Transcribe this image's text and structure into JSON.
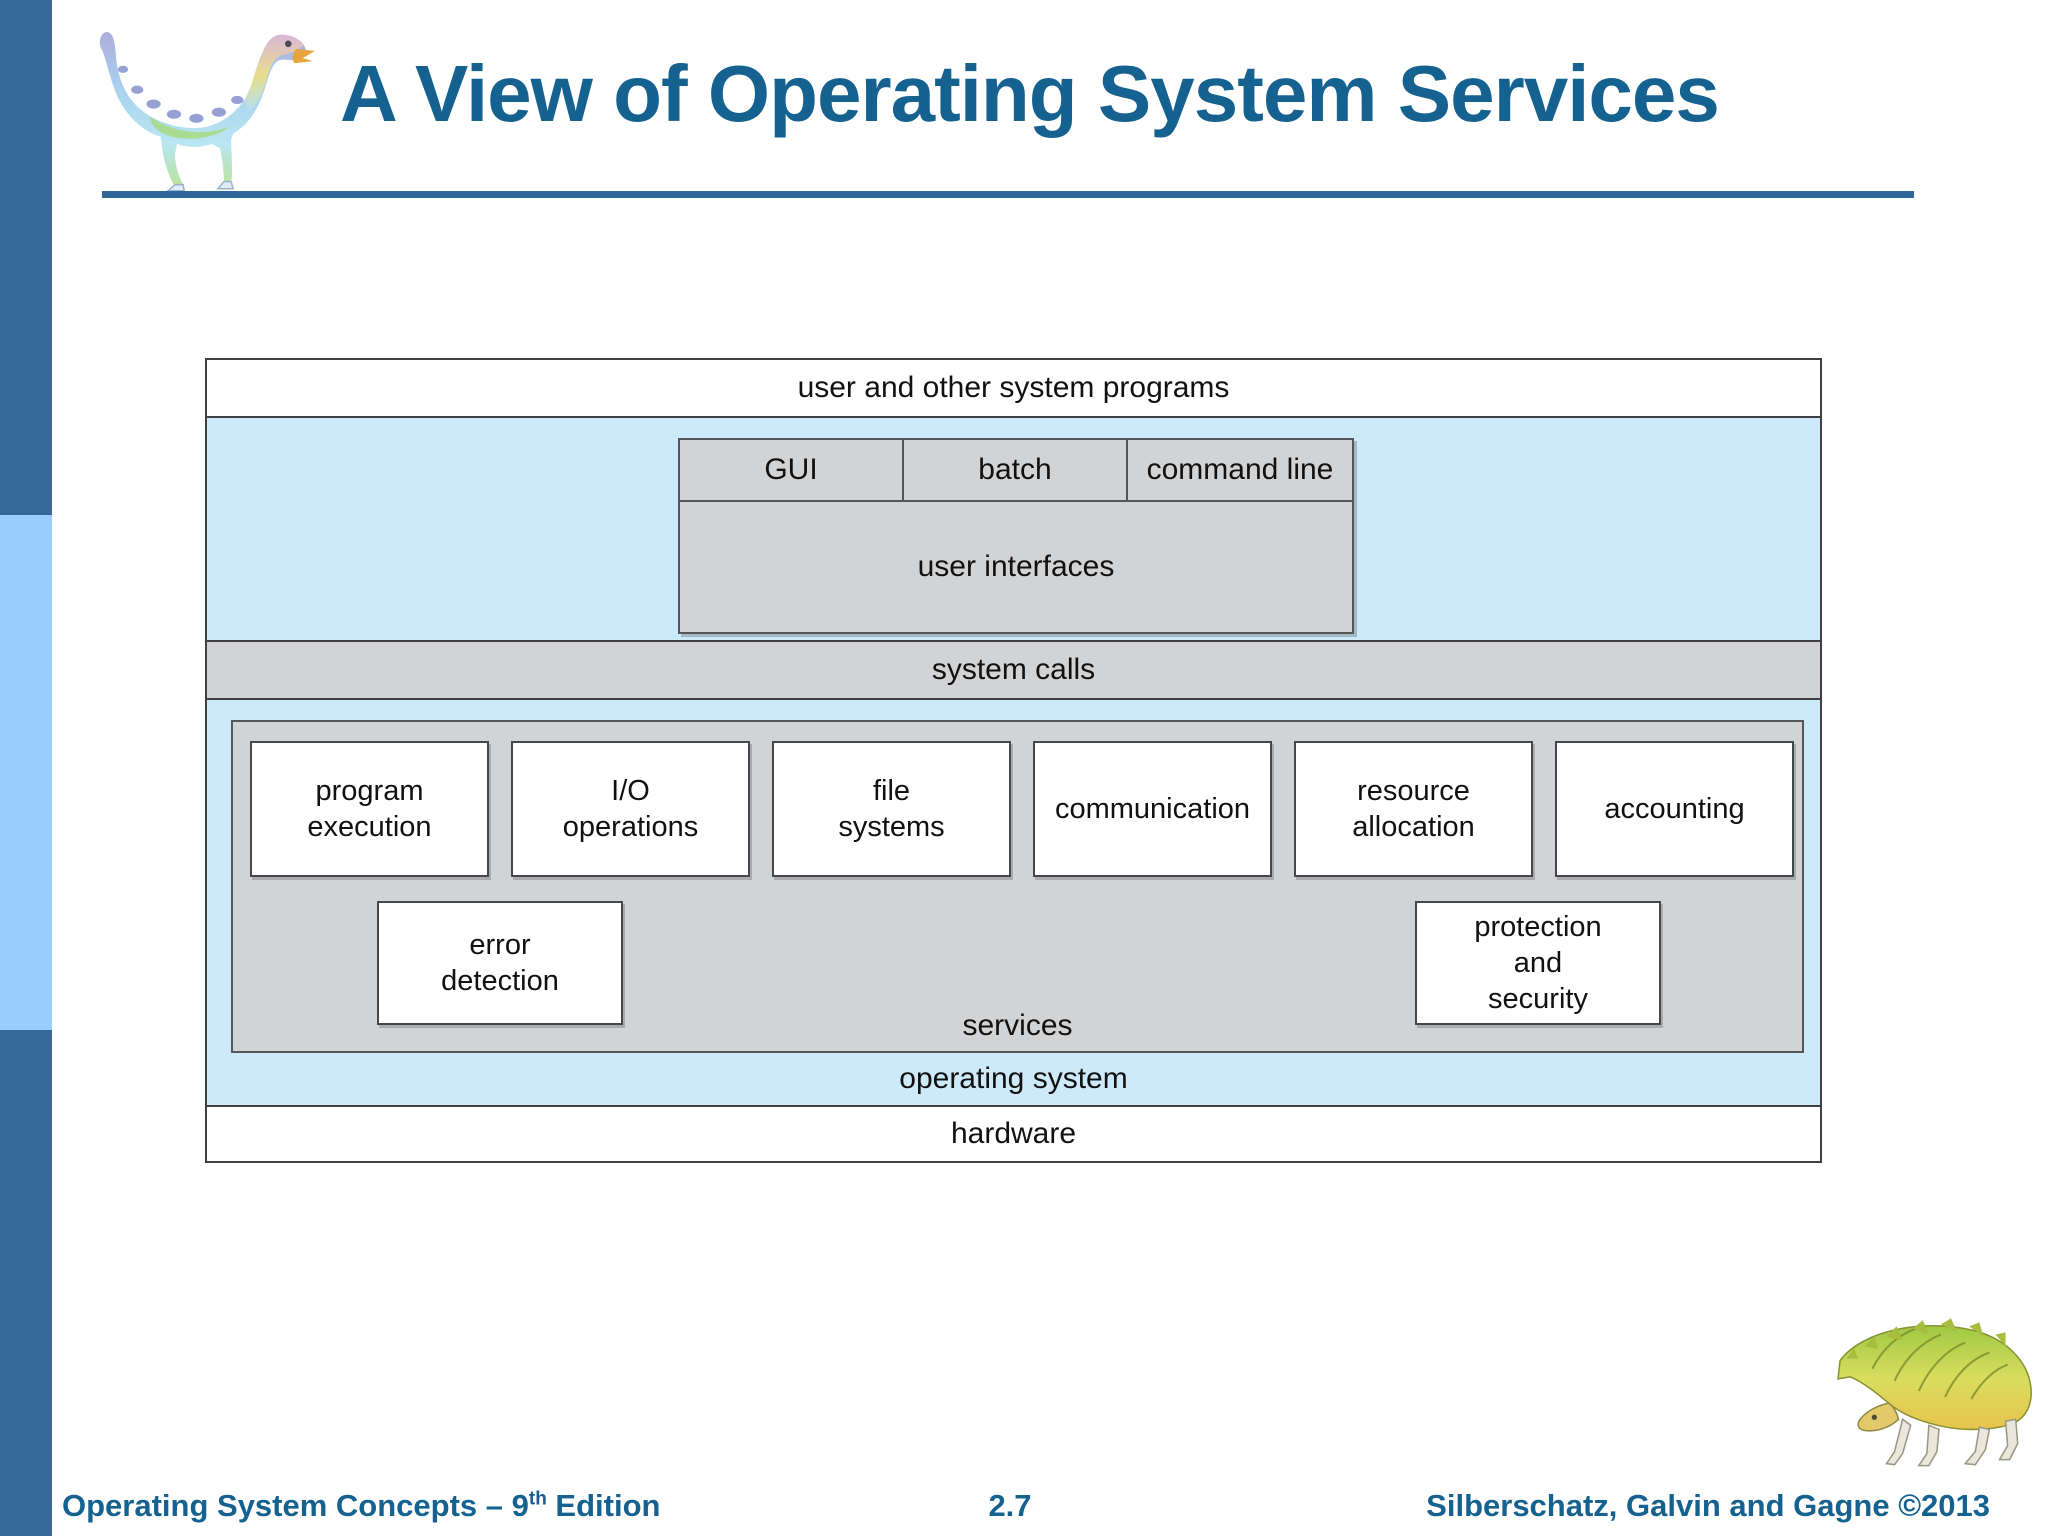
{
  "slide": {
    "title": "A View of Operating System Services",
    "footer": {
      "left_prefix": "Operating System Concepts – 9",
      "left_sup": "th",
      "left_suffix": " Edition",
      "page": "2.7",
      "right": "Silberschatz, Galvin and Gagne ©2013"
    }
  },
  "diagram": {
    "user_programs": "user and other system programs",
    "ui": {
      "cells": [
        {
          "label": "GUI"
        },
        {
          "label": "batch"
        },
        {
          "label": "command line"
        }
      ],
      "label": "user interfaces"
    },
    "system_calls": "system calls",
    "services": {
      "items": [
        {
          "label": "program\nexecution"
        },
        {
          "label": "I/O\noperations"
        },
        {
          "label": "file\nsystems"
        },
        {
          "label": "communication"
        },
        {
          "label": "resource\nallocation"
        },
        {
          "label": "accounting"
        }
      ],
      "extra": [
        {
          "label": "error\ndetection"
        },
        {
          "label": "protection\nand\nsecurity"
        }
      ],
      "label": "services"
    },
    "os": "operating system",
    "hardware": "hardware"
  },
  "icons": {
    "top_left": "dinosaur-logo",
    "bottom_right": "sailback-dinosaur-logo"
  },
  "colors": {
    "title_blue": "#15618f",
    "rule_blue": "#31689c",
    "sidebar_dark": "#36689b",
    "sidebar_light": "#99ccff",
    "diagram_light_blue": "#cdeafa",
    "panel_gray": "#d2d3d5",
    "border_dark": "#3f3f44"
  }
}
